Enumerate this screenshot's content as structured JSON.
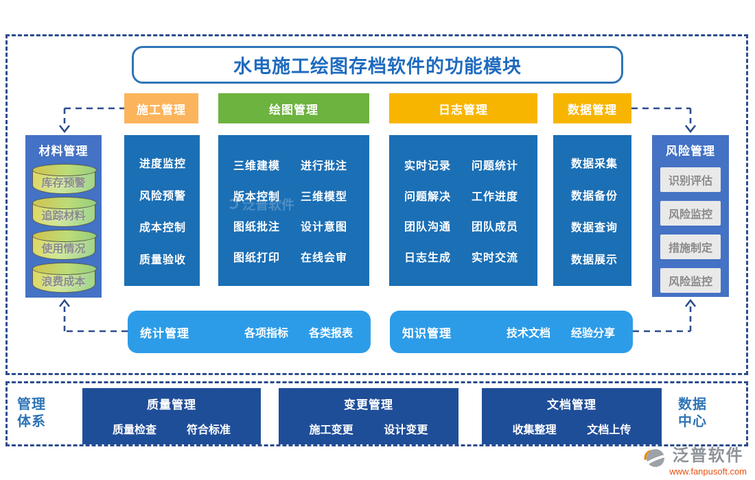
{
  "title": "水电施工绘图存档软件的功能模块",
  "headers": [
    {
      "label": "施工管理"
    },
    {
      "label": "绘图管理"
    },
    {
      "label": "日志管理"
    },
    {
      "label": "数据管理"
    }
  ],
  "material": {
    "title": "材料管理",
    "items": [
      "库存预警",
      "追踪材料",
      "使用情况",
      "浪费成本"
    ]
  },
  "columns": [
    {
      "name": "construction",
      "items": [
        "进度监控",
        "风险预警",
        "成本控制",
        "质量验收"
      ]
    },
    {
      "name": "drawing",
      "items": [
        "三维建模",
        "进行批注",
        "版本控制",
        "三维模型",
        "图纸批注",
        "设计意图",
        "图纸打印",
        "在线会审"
      ]
    },
    {
      "name": "log",
      "items": [
        "实时记录",
        "问题统计",
        "问题解决",
        "工作进度",
        "团队沟通",
        "团队成员",
        "日志生成",
        "实时交流"
      ]
    },
    {
      "name": "data",
      "items": [
        "数据采集",
        "数据备份",
        "数据查询",
        "数据展示"
      ]
    }
  ],
  "risk": {
    "title": "风险管理",
    "items": [
      "识别评估",
      "风险监控",
      "措施制定",
      "风险监控"
    ]
  },
  "stat": {
    "title": "统计管理",
    "items": [
      "各项指标",
      "各类报表"
    ]
  },
  "knowledge": {
    "title": "知识管理",
    "items": [
      "技术文档",
      "经验分享"
    ]
  },
  "bottom": {
    "left_label": "管理体系",
    "right_label": "数据中心",
    "boxes": [
      {
        "title": "质量管理",
        "items": [
          "质量检查",
          "符合标准"
        ]
      },
      {
        "title": "变更管理",
        "items": [
          "施工变更",
          "设计变更"
        ]
      },
      {
        "title": "文档管理",
        "items": [
          "收集整理",
          "文档上传"
        ]
      }
    ]
  },
  "watermark": "泛普软件",
  "logo": {
    "name": "泛普软件",
    "url": "www.fanpusoft.com"
  },
  "colors": {
    "header_orange": "#FBB45C",
    "header_green": "#6CB33F",
    "header_gold": "#F7B500",
    "column_blue": "#1B6FB5",
    "panel_blue": "#4472C4",
    "pill_blue": "#2D9CE8",
    "navy": "#1F4E99",
    "dashed_line": "#2B4C8C",
    "title_text": "#1F6BBF",
    "gray_item_bg": "#E9E9E9",
    "gray_item_text": "#8A8A8A",
    "logo_gray": "#8E9399",
    "logo_orange": "#E94E0F"
  }
}
